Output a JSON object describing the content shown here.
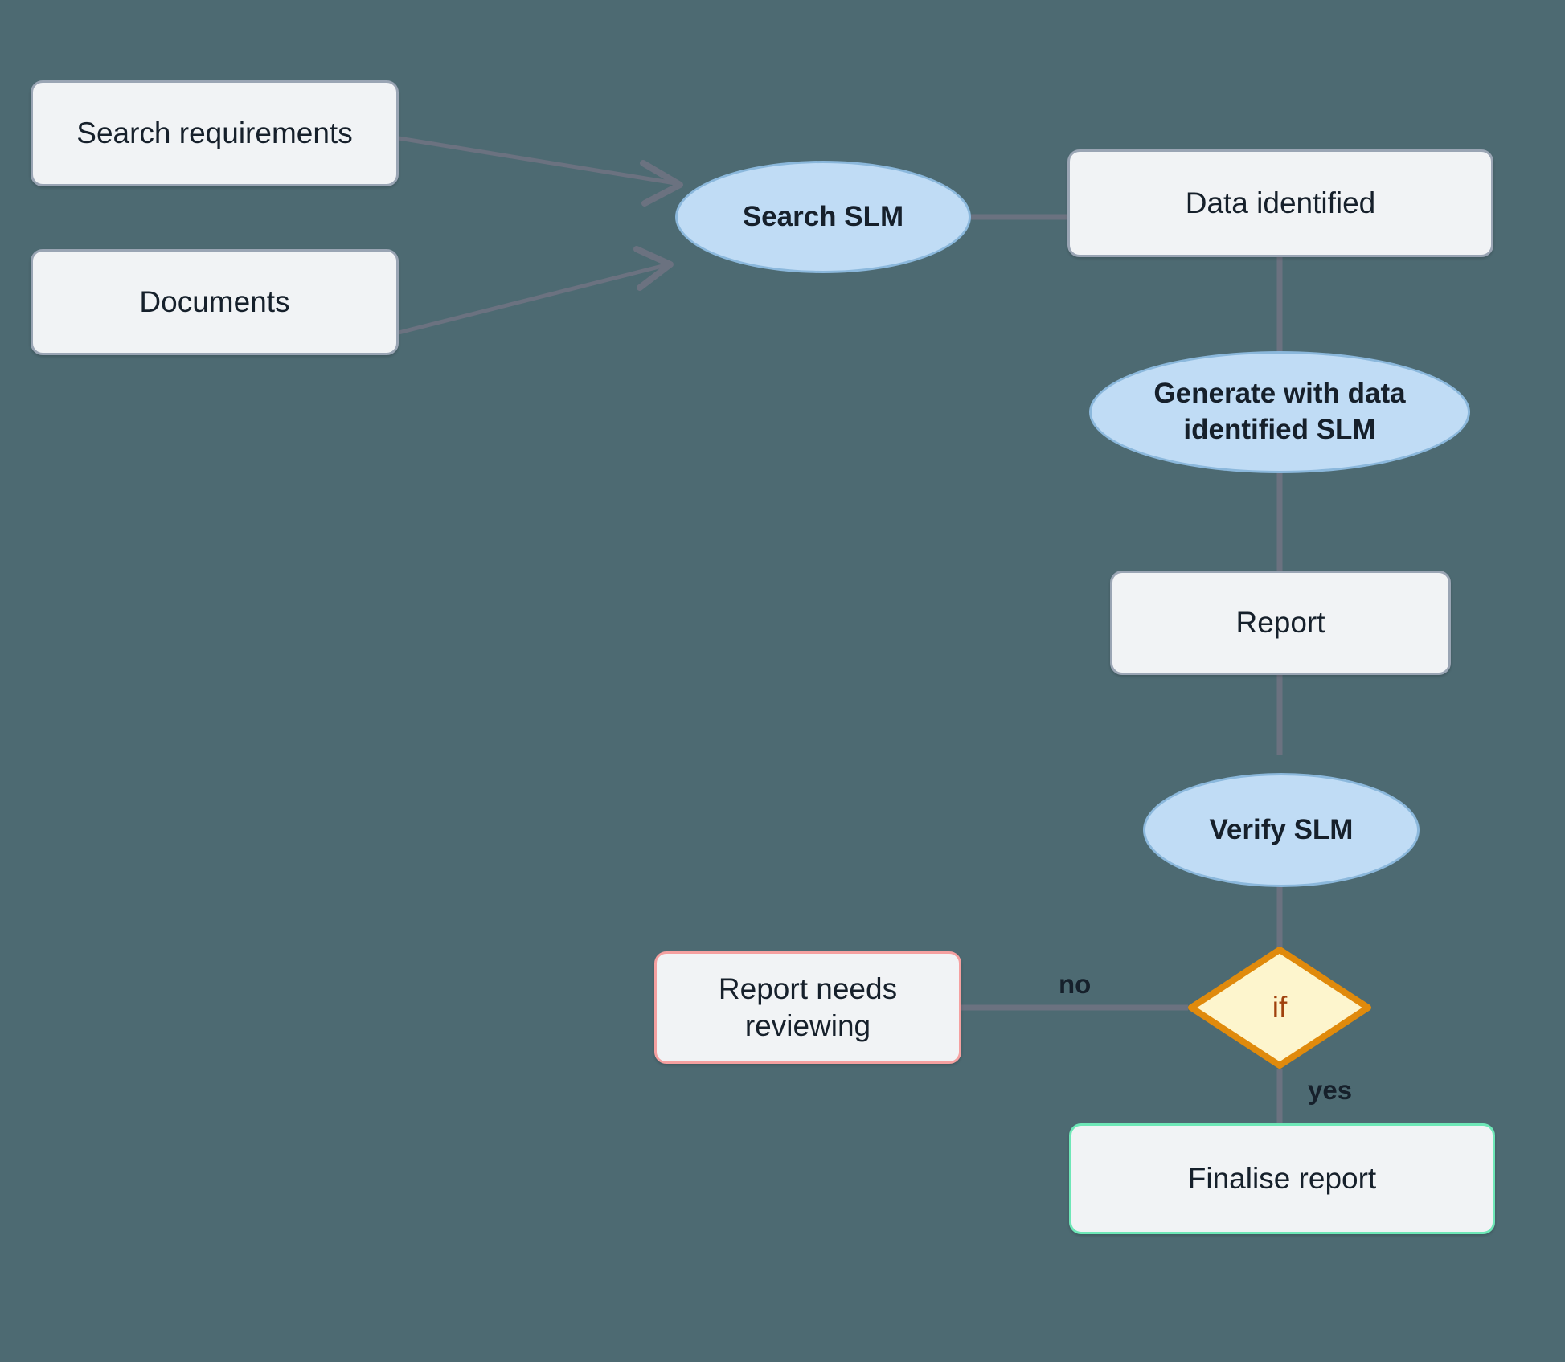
{
  "diagram": {
    "kind": "flowchart",
    "background_color": "#4d6a72",
    "palette": {
      "rect_fill": "#f1f3f5",
      "rect_border": "#9aa5b4",
      "ellipse_fill": "#c0dcf5",
      "ellipse_border": "#8bb8dc",
      "diamond_fill": "#fdf5cd",
      "diamond_border": "#e08a0c",
      "diamond_text": "#a0410d",
      "danger_border": "#f5a0a0",
      "success_border": "#6ee7b7",
      "edge_color": "#6b7280",
      "text_color": "#16202b"
    },
    "nodes": [
      {
        "id": "search-requirements",
        "label": "Search requirements",
        "shape": "rect"
      },
      {
        "id": "documents",
        "label": "Documents",
        "shape": "rect"
      },
      {
        "id": "search-slm",
        "label": "Search SLM",
        "shape": "ellipse"
      },
      {
        "id": "data-identified",
        "label": "Data identified",
        "shape": "rect"
      },
      {
        "id": "generate-slm",
        "label": "Generate with data identified SLM",
        "shape": "ellipse"
      },
      {
        "id": "report",
        "label": "Report",
        "shape": "rect"
      },
      {
        "id": "verify-slm",
        "label": "Verify SLM",
        "shape": "ellipse"
      },
      {
        "id": "if-decision",
        "label": "if",
        "shape": "diamond"
      },
      {
        "id": "report-needs-reviewing",
        "label": "Report needs reviewing",
        "shape": "rect",
        "variant": "danger"
      },
      {
        "id": "finalise-report",
        "label": "Finalise report",
        "shape": "rect",
        "variant": "success"
      }
    ],
    "edges": [
      {
        "from": "search-requirements",
        "to": "search-slm",
        "label": "",
        "arrow": true
      },
      {
        "from": "documents",
        "to": "search-slm",
        "label": "",
        "arrow": true
      },
      {
        "from": "search-slm",
        "to": "data-identified",
        "label": "",
        "arrow": false
      },
      {
        "from": "data-identified",
        "to": "generate-slm",
        "label": "",
        "arrow": false
      },
      {
        "from": "generate-slm",
        "to": "report",
        "label": "",
        "arrow": false
      },
      {
        "from": "report",
        "to": "verify-slm",
        "label": "",
        "arrow": false
      },
      {
        "from": "verify-slm",
        "to": "if-decision",
        "label": "",
        "arrow": false
      },
      {
        "from": "if-decision",
        "to": "report-needs-reviewing",
        "label": "no",
        "arrow": false
      },
      {
        "from": "if-decision",
        "to": "finalise-report",
        "label": "yes",
        "arrow": false
      }
    ],
    "edge_labels": {
      "no": "no",
      "yes": "yes"
    },
    "generate_slm_line1": "Generate with data",
    "generate_slm_line2": "identified SLM",
    "report_needs_reviewing_line1": "Report needs",
    "report_needs_reviewing_line2": "reviewing"
  }
}
